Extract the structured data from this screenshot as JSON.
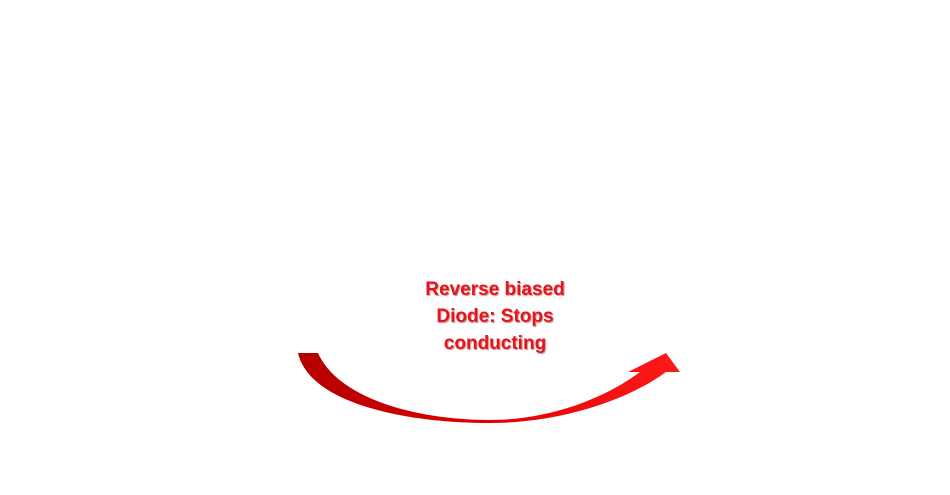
{
  "caption": {
    "line1": "Reverse biased",
    "line2": "Diode: Stops",
    "line3": "conducting"
  },
  "colors": {
    "arrow_dark": "#b30000",
    "arrow_light": "#ff1a1a",
    "text": "#e8141b",
    "background": "#ffffff"
  },
  "icons": {
    "arrow": "curved-arrow-icon"
  }
}
